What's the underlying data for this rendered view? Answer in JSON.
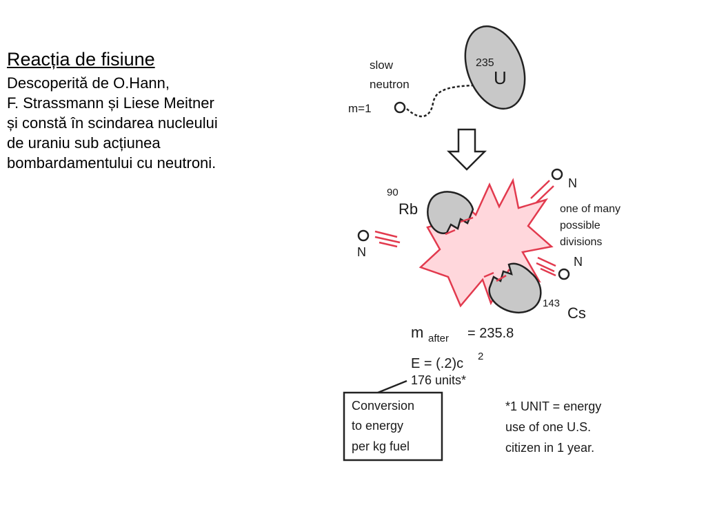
{
  "slide": {
    "title": "Reacția de fisiune",
    "body_lines": [
      "Descoperită de O.Hann,",
      "F. Strassmann și Liese Meitner",
      "și constă în scindarea nucleului",
      "de uraniu sub acțiunea",
      "bombardamentului cu neutroni."
    ]
  },
  "diagram": {
    "slow_neutron_label": [
      "slow",
      "neutron"
    ],
    "neutron_mass_label": "m=1",
    "uranium": {
      "mass_number": "235",
      "symbol": "U"
    },
    "rubidium": {
      "mass_number": "90",
      "symbol": "Rb"
    },
    "cesium": {
      "mass_number": "143",
      "symbol": "Cs"
    },
    "neutron_symbol": "N",
    "divisions_label": [
      "one of many",
      "possible",
      "divisions"
    ],
    "mass_after": {
      "m": "m",
      "subscript": "after",
      "value": "= 235.8"
    },
    "energy_eq": {
      "base": "E = (.2)c",
      "exponent": "2"
    },
    "units": "176 units*",
    "conversion_box": [
      "Conversion",
      "to energy",
      "per kg fuel"
    ],
    "footnote": [
      "*1 UNIT = energy",
      "use of one U.S.",
      "citizen in 1 year."
    ],
    "colors": {
      "nucleus_fill": "#c8c8c8",
      "burst_fill": "#ffd7dc",
      "burst_stroke": "#e23a4e",
      "neutron_trail": "#e23a4e",
      "outline": "#222222"
    }
  }
}
